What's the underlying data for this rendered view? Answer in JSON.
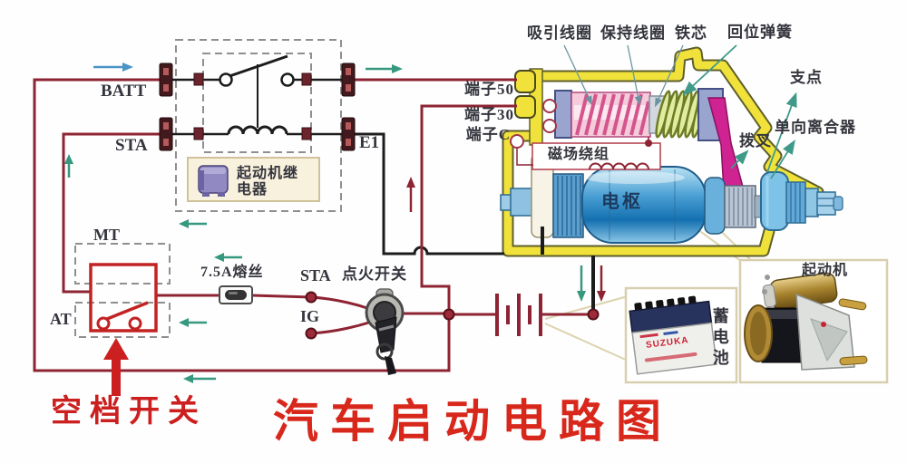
{
  "title": "汽车启动电路图",
  "colors": {
    "wire_red": "#8e2433",
    "housing_yellow": "#f1e23b",
    "accent_red": "#cc1f1f",
    "title_red": "#d8281c",
    "teal_arrow": "#3f9a8a",
    "blue_arrow": "#4a94c8",
    "fork_magenta": "#ce2390",
    "coil_pink": "#f5cbdb"
  },
  "solenoid": {
    "attract_coil": "吸引线圈",
    "hold_coil": "保持线圈",
    "iron_core": "铁芯",
    "return_spring": "回位弹簧",
    "pivot": "支点",
    "one_way_clutch": "单向离合器",
    "shift_fork": "拨叉"
  },
  "terminals": {
    "t50": "端子50",
    "t30": "端子30",
    "tc": "端子C"
  },
  "motor": {
    "field_winding": "磁场绕组",
    "armature": "电枢"
  },
  "relay": {
    "batt": "BATT",
    "sta": "STA",
    "e1": "E1",
    "caption_line1": "起动机继",
    "caption_line2": "电器"
  },
  "transmission": {
    "mt": "MT",
    "at": "AT",
    "neutral_switch": "空档开关"
  },
  "ignition": {
    "fuse": "7.5A熔丝",
    "sta": "STA",
    "ig": "IG",
    "caption": "点火开关"
  },
  "photos": {
    "battery_caption": "蓄电池",
    "starter_caption": "起动机",
    "battery_brand": "SUZUKA"
  }
}
